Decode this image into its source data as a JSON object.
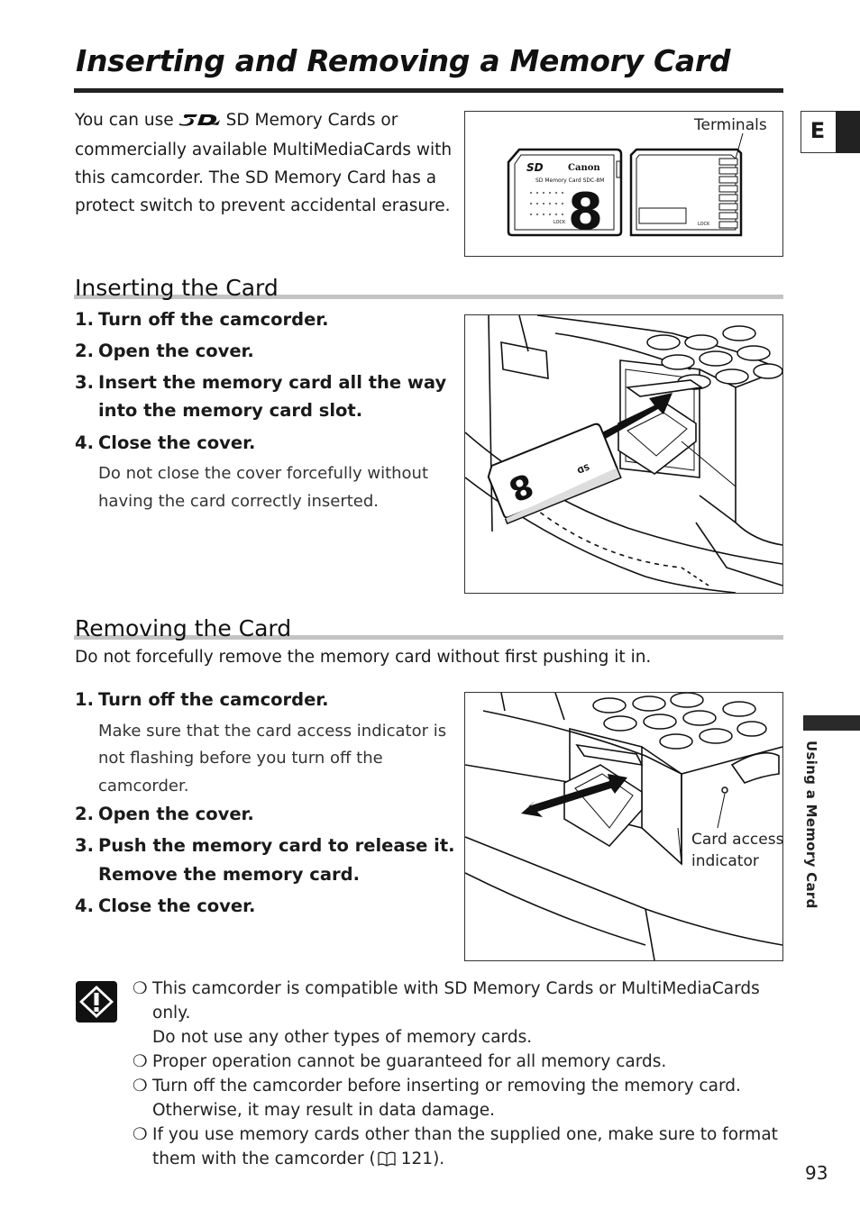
{
  "page": {
    "title": "Inserting and Removing a Memory Card",
    "tab_letter": "E",
    "side_label": "Using a Memory Card",
    "page_number": "93"
  },
  "intro": {
    "before_logo": "You can use",
    "logo_icon": "sd-logo-icon",
    "after_logo": "SD Memory Cards or commercially available MultiMediaCards with this camcorder. The SD Memory Card has a protect switch to prevent accidental erasure."
  },
  "figure1": {
    "label_terminals": "Terminals",
    "sd_card_brand": "Canon",
    "sd_card_model": "SD Memory Card SDC-8M",
    "sd_card_capacity": "8",
    "lock_left": "LOCK",
    "lock_right": "LOCK"
  },
  "inserting": {
    "heading": "Inserting the Card",
    "steps": [
      {
        "num": "1.",
        "text": "Turn off the camcorder."
      },
      {
        "num": "2.",
        "text": "Open the cover."
      },
      {
        "num": "3.",
        "line1": "Insert the memory card all the way",
        "line2": "into the memory card slot."
      },
      {
        "num": "4.",
        "text": "Close the cover."
      }
    ],
    "note_line1": "Do not close the cover forcefully without",
    "note_line2": "having the card correctly inserted."
  },
  "removing": {
    "heading": "Removing the Card",
    "warning": "Do not forcefully remove the memory card without first pushing it in.",
    "steps": [
      {
        "num": "1.",
        "text": "Turn off the camcorder."
      },
      {
        "num": "2.",
        "text": "Open the cover."
      },
      {
        "num": "3.",
        "line1": "Push the memory card to release it.",
        "line2": "Remove the memory card."
      },
      {
        "num": "4.",
        "text": "Close the cover."
      }
    ],
    "note_lines": [
      "Make sure that the card access indicator is",
      "not flashing before you turn off the",
      "camcorder."
    ],
    "label_indicator_line1": "Card access",
    "label_indicator_line2": "indicator"
  },
  "notes": {
    "bullet": "❍",
    "items": [
      {
        "line1": "This camcorder is compatible with SD Memory Cards or MultiMediaCards only.",
        "line2": "Do not use any other types of memory cards."
      },
      {
        "line1": "Proper operation cannot be guaranteed for all memory cards."
      },
      {
        "line1": "Turn off the camcorder before inserting or removing the memory card.",
        "line2": "Otherwise, it may result in data damage."
      },
      {
        "line1": "If you use memory cards other than the supplied one, make sure to format",
        "line2_pre": "them with the camcorder (",
        "line2_ref": "121",
        "line2_post": ")."
      }
    ]
  }
}
